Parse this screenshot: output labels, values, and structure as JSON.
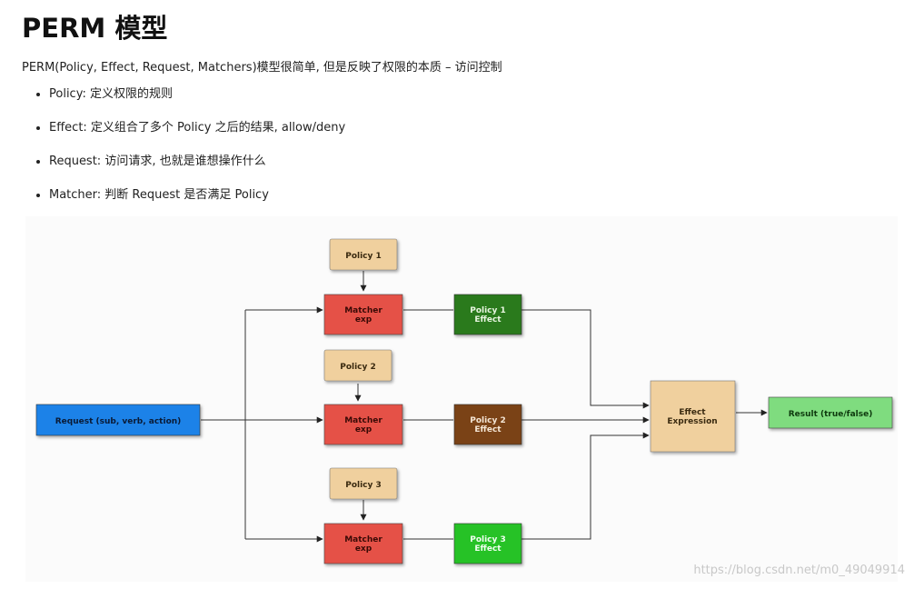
{
  "heading": "PERM 模型",
  "intro": "PERM(Policy, Effect, Request, Matchers)模型很简单, 但是反映了权限的本质 – 访问控制",
  "definitions": [
    "Policy: 定义权限的规则",
    "Effect: 定义组合了多个 Policy 之后的结果, allow/deny",
    "Request: 访问请求, 也就是谁想操作什么",
    "Matcher: 判断 Request 是否满足 Policy"
  ],
  "diagram": {
    "request": "Request (sub, verb, action)",
    "policies": [
      "Policy 1",
      "Policy 2",
      "Policy 3"
    ],
    "matchers": [
      [
        "Matcher",
        "exp"
      ],
      [
        "Matcher",
        "exp"
      ],
      [
        "Matcher",
        "exp"
      ]
    ],
    "effects": [
      [
        "Policy 1",
        "Effect"
      ],
      [
        "Policy 2",
        "Effect"
      ],
      [
        "Policy 3",
        "Effect"
      ]
    ],
    "effect_expression": [
      "Effect",
      "Expression"
    ],
    "result": "Result (true/false)"
  },
  "watermark": "https://blog.csdn.net/m0_49049914",
  "colors": {
    "request": "#1a82e8",
    "policy": "#f0d09e",
    "matcher": "#e55146",
    "effect1": "#2a7a1c",
    "effect2": "#7a4312",
    "effect3": "#26c226",
    "effect_expression": "#f0d09e",
    "result": "#7fdc7f"
  }
}
